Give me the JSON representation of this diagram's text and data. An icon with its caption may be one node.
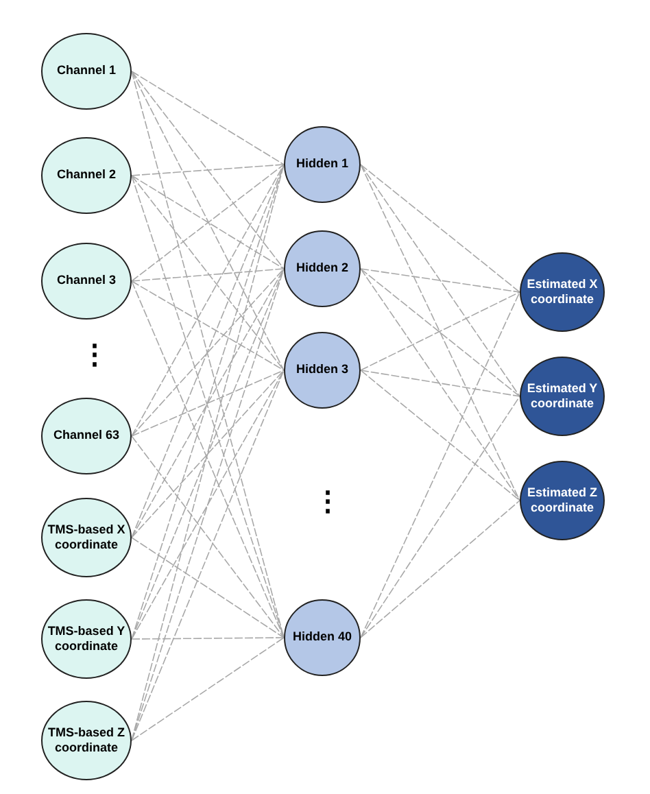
{
  "diagram": {
    "nodes": [
      {
        "text": [
          "Channel 1"
        ]
      },
      {
        "text": [
          "Channel 2"
        ]
      },
      {
        "text": [
          "Channel 3"
        ]
      },
      {
        "text": [
          "Channel 63"
        ]
      },
      {
        "text": [
          "TMS-based X coordinate"
        ]
      },
      {
        "text": [
          "TMS-based Y coordinate"
        ]
      },
      {
        "text": [
          "TMS-based Z coordinate"
        ]
      },
      {
        "text": [
          "Hidden 1"
        ]
      },
      {
        "text": [
          "Hidden 2"
        ]
      },
      {
        "text": [
          "Hidden 3"
        ]
      },
      {
        "text": [
          "Hidden 40"
        ]
      },
      {
        "text": [
          "Estimated X coordinate"
        ]
      },
      {
        "text": [
          "Estimated Y coordinate"
        ]
      },
      {
        "text": [
          "Estimated Z coordinate"
        ]
      }
    ],
    "edges": [
      {
        "from": 0,
        "to": 7,
        "arrow": "none"
      },
      {
        "from": 0,
        "to": 8,
        "arrow": "none"
      },
      {
        "from": 0,
        "to": 9,
        "arrow": "none"
      },
      {
        "from": 0,
        "to": 10,
        "arrow": "none"
      },
      {
        "from": 1,
        "to": 7,
        "arrow": "none"
      },
      {
        "from": 1,
        "to": 8,
        "arrow": "none"
      },
      {
        "from": 1,
        "to": 9,
        "arrow": "none"
      },
      {
        "from": 1,
        "to": 10,
        "arrow": "none"
      },
      {
        "from": 2,
        "to": 7,
        "arrow": "none"
      },
      {
        "from": 2,
        "to": 8,
        "arrow": "none"
      },
      {
        "from": 2,
        "to": 9,
        "arrow": "none"
      },
      {
        "from": 2,
        "to": 10,
        "arrow": "none"
      },
      {
        "from": 3,
        "to": 7,
        "arrow": "none"
      },
      {
        "from": 3,
        "to": 8,
        "arrow": "none"
      },
      {
        "from": 3,
        "to": 9,
        "arrow": "none"
      },
      {
        "from": 3,
        "to": 10,
        "arrow": "none"
      },
      {
        "from": 4,
        "to": 7,
        "arrow": "none"
      },
      {
        "from": 4,
        "to": 8,
        "arrow": "none"
      },
      {
        "from": 4,
        "to": 9,
        "arrow": "none"
      },
      {
        "from": 4,
        "to": 10,
        "arrow": "none"
      },
      {
        "from": 5,
        "to": 7,
        "arrow": "none"
      },
      {
        "from": 5,
        "to": 8,
        "arrow": "none"
      },
      {
        "from": 5,
        "to": 9,
        "arrow": "none"
      },
      {
        "from": 5,
        "to": 10,
        "arrow": "none"
      },
      {
        "from": 6,
        "to": 7,
        "arrow": "none"
      },
      {
        "from": 6,
        "to": 8,
        "arrow": "none"
      },
      {
        "from": 6,
        "to": 9,
        "arrow": "none"
      },
      {
        "from": 6,
        "to": 10,
        "arrow": "none"
      },
      {
        "from": 7,
        "to": 11,
        "arrow": "none"
      },
      {
        "from": 7,
        "to": 12,
        "arrow": "none"
      },
      {
        "from": 7,
        "to": 13,
        "arrow": "none"
      },
      {
        "from": 8,
        "to": 11,
        "arrow": "none"
      },
      {
        "from": 8,
        "to": 12,
        "arrow": "none"
      },
      {
        "from": 8,
        "to": 13,
        "arrow": "none"
      },
      {
        "from": 9,
        "to": 11,
        "arrow": "none"
      },
      {
        "from": 9,
        "to": 12,
        "arrow": "none"
      },
      {
        "from": 9,
        "to": 13,
        "arrow": "none"
      },
      {
        "from": 10,
        "to": 11,
        "arrow": "none"
      },
      {
        "from": 10,
        "to": 12,
        "arrow": "none"
      },
      {
        "from": 10,
        "to": 13,
        "arrow": "none"
      }
    ],
    "labels": [
      "⋮",
      "⋮"
    ]
  }
}
